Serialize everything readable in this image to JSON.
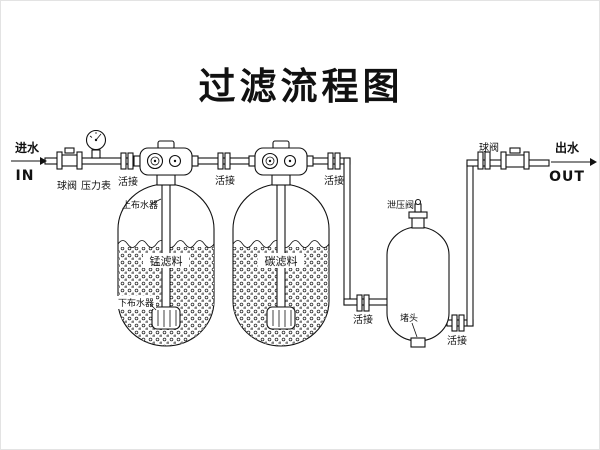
{
  "title": "过滤流程图",
  "inlet": {
    "cn": "进水",
    "en": "IN"
  },
  "outlet": {
    "cn": "出水",
    "en": "OUT"
  },
  "labels": {
    "ball_valve": "球阀",
    "pressure_gauge": "压力表",
    "union": "活接",
    "upper_distributor": "上布水器",
    "lower_distributor": "下布水器",
    "manganese_media": "锰滤料",
    "carbon_media": "碳滤料",
    "relief_valve": "泄压阀",
    "plug": "堵头"
  },
  "colors": {
    "ink": "#111111",
    "background": "#ffffff"
  }
}
